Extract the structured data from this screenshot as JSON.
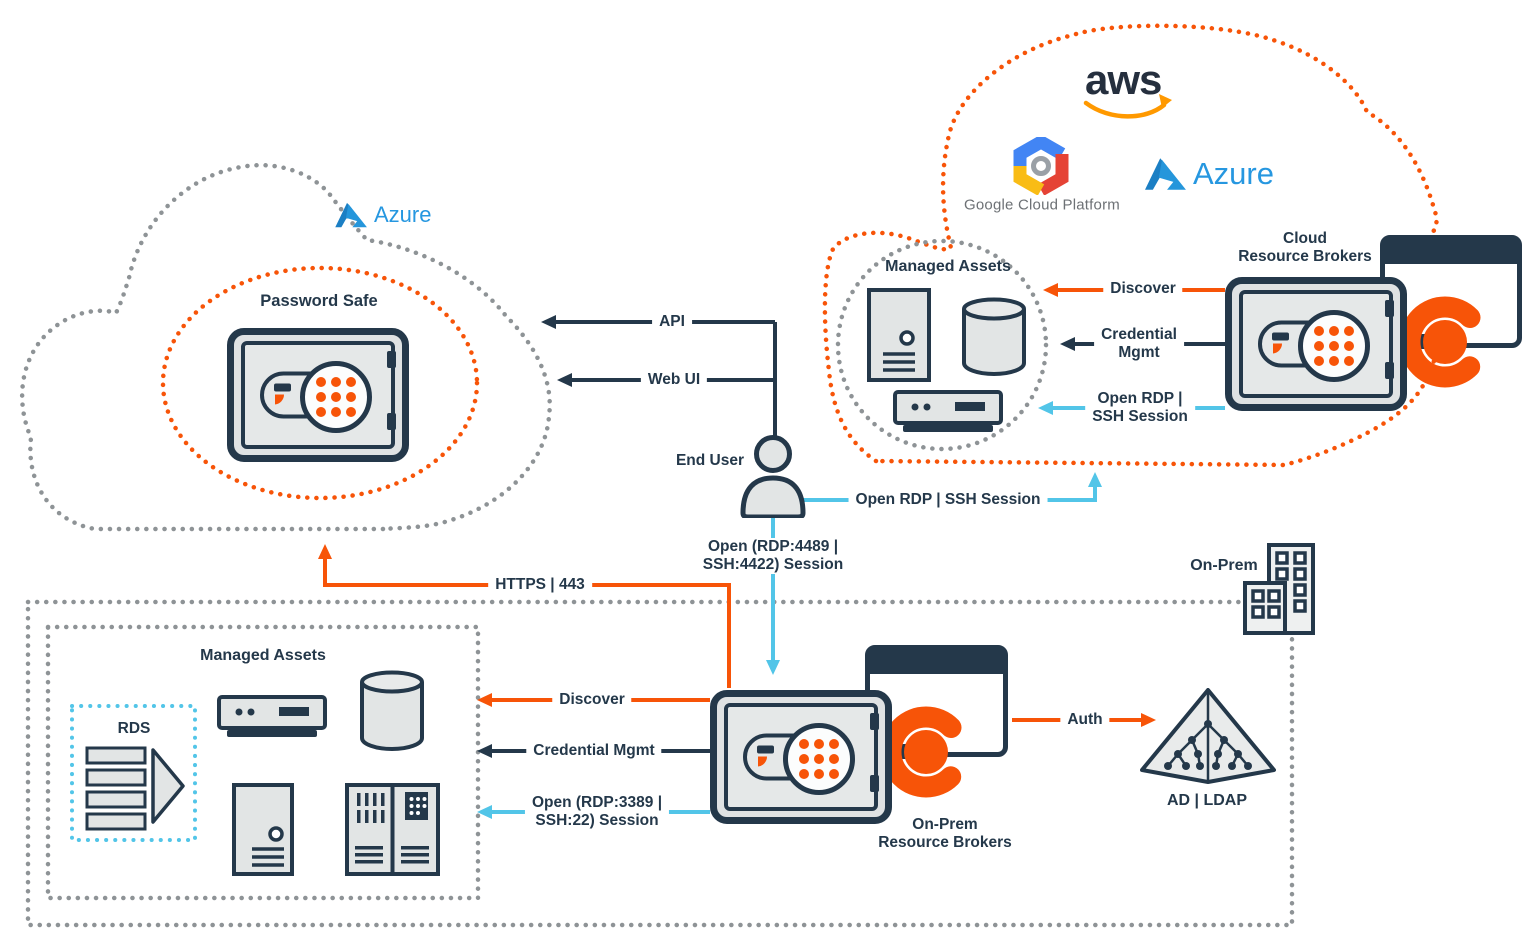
{
  "colors": {
    "navy": "#24384A",
    "orange": "#F75408",
    "cyan": "#52C5E8",
    "dot_gray": "#8E9396",
    "asset_fill": "#E2E5E5",
    "azure_blue": "#2697E0",
    "aws_smile_orange": "#FF9900",
    "gcp_blue": "#4285F4",
    "gcp_red": "#E54335",
    "gcp_yellow": "#F9BC15"
  },
  "left_cloud": {
    "azure": "Azure",
    "password_safe": "Password Safe"
  },
  "user_flows": {
    "api": "API",
    "web_ui": "Web UI",
    "end_user": "End User",
    "open_rdp_ssh": "Open RDP | SSH Session",
    "open_4489_l1": "Open (RDP:4489 |",
    "open_4489_l2": "SSH:4422) Session",
    "https_443": "HTTPS | 443"
  },
  "right_cloud": {
    "aws": "aws",
    "google_cloud": "Google Cloud Platform",
    "azure": "Azure",
    "brokers_l1": "Cloud",
    "brokers_l2": "Resource Brokers",
    "managed_assets": "Managed Assets",
    "discover": "Discover",
    "credential_l1": "Credential",
    "credential_l2": "Mgmt",
    "open_rdp_l1": "Open RDP |",
    "open_rdp_l2": "SSH Session"
  },
  "on_prem": {
    "zone_label": "On-Prem",
    "managed_assets": "Managed Assets",
    "rds": "RDS",
    "discover": "Discover",
    "credential_mgmt": "Credential Mgmt",
    "open_3389_l1": "Open (RDP:3389 |",
    "open_3389_l2": "SSH:22) Session",
    "brokers_l1": "On-Prem",
    "brokers_l2": "Resource Brokers",
    "auth": "Auth",
    "ad_ldap": "AD | LDAP"
  }
}
